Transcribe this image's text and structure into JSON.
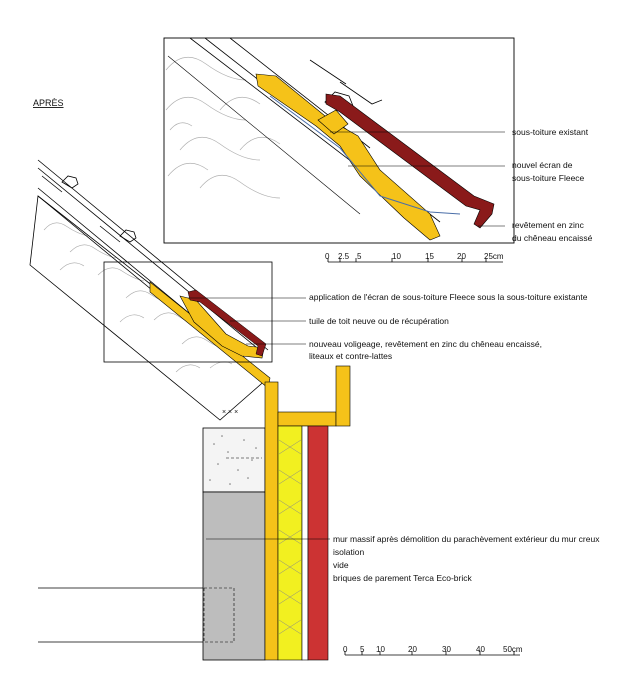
{
  "header": {
    "label": "APRÈS"
  },
  "colors": {
    "wood": "#f5c219",
    "tile": "#8a1a1a",
    "insulation": "#f2f020",
    "brick": "#cc3333",
    "wall": "#bdbdbd",
    "concrete": "#eeeeee",
    "line": "#000000"
  },
  "annotations": {
    "detail": [
      "sous-toiture existant",
      "nouvel écran de",
      "sous-toiture Fleece",
      "revêtement en zinc",
      "du chêneau encaissé"
    ],
    "roof": [
      "application de l'écran de sous-toiture Fleece sous la sous-toiture existante",
      "tuile de toit neuve ou de récupération",
      "nouveau voligeage, revêtement en zinc du chêneau encaissé,",
      "liteaux et contre-lattes"
    ],
    "wall": [
      "mur massif après démolition du parachèvement extérieur du mur creux",
      "isolation",
      "vide",
      "briques de parement Terca Eco-brick"
    ]
  },
  "scales": {
    "detail": {
      "ticks": [
        "0",
        "2.5",
        "5",
        "10",
        "15",
        "20",
        "25cm"
      ]
    },
    "main": {
      "ticks": [
        "0",
        "5",
        "10",
        "20",
        "30",
        "40",
        "50cm"
      ]
    }
  }
}
